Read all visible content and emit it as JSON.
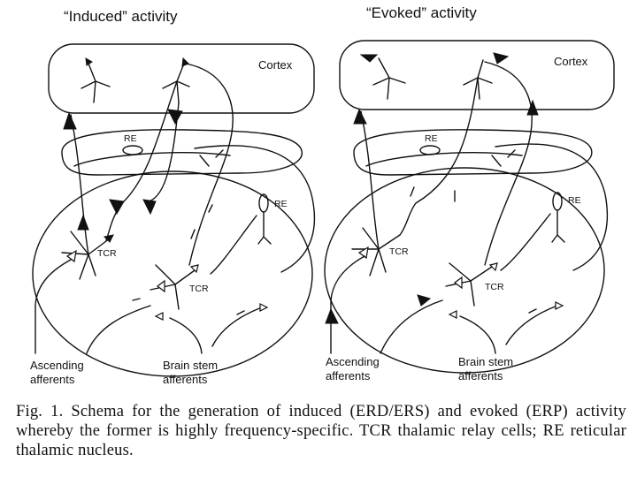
{
  "panels": [
    {
      "title": "“Induced” activity",
      "labels": {
        "cortex": "Cortex",
        "re_top": "RE",
        "re_side": "RE",
        "tcr_left": "TCR",
        "tcr_right": "TCR",
        "ascending_1": "Ascending",
        "ascending_2": "afferents",
        "brainstem_1": "Brain stem",
        "brainstem_2": "afferents"
      }
    },
    {
      "title": "“Evoked” activity",
      "labels": {
        "cortex": "Cortex",
        "re_top": "RE",
        "re_side": "RE",
        "tcr_left": "TCR",
        "tcr_right": "TCR",
        "ascending_1": "Ascending",
        "ascending_2": "afferents",
        "brainstem_1": "Brain stem",
        "brainstem_2": "afferents"
      }
    }
  ],
  "caption": "Fig. 1.  Schema for the generation of induced (ERD/ERS) and evoked (ERP) activity whereby the former is highly frequency-specific. TCR thalamic relay cells; RE reticular thalamic nucleus."
}
